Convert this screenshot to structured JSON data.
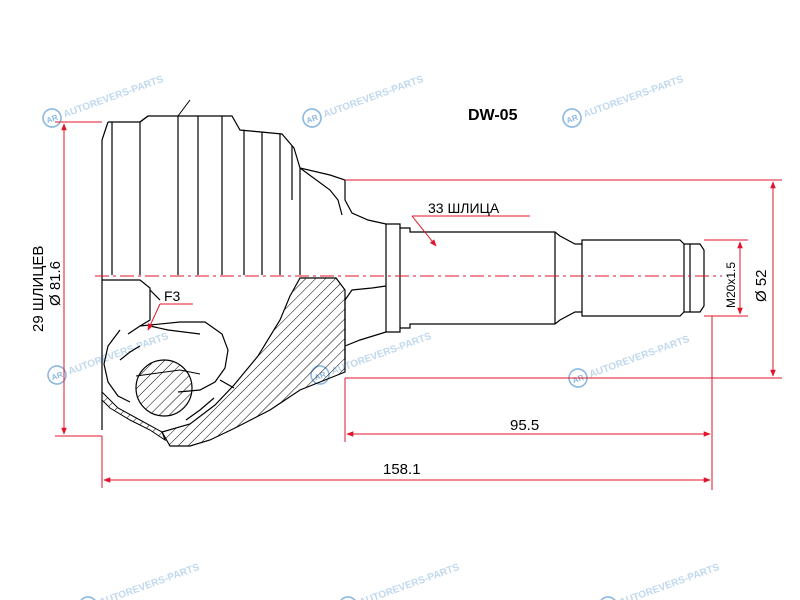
{
  "drawing": {
    "part_number": "DW-05",
    "outer_spline_label": "33 ШЛИЦА",
    "inner_spline_label": "29 ШЛИЦЕВ",
    "bell_diameter_label": "Ø 81.6",
    "seal_diameter_label": "Ø 52",
    "thread_label": "M20x1.5",
    "feature_label": "F3",
    "shaft_length_label": "95.5",
    "total_length_label": "158.1"
  },
  "watermark": {
    "text": "AUTOREVERS-PARTS",
    "logo": "AR",
    "color": "#2e7fc8"
  },
  "colors": {
    "dimension": "#e0142a",
    "outline": "#000000",
    "watermark": "#2e7fc8"
  }
}
